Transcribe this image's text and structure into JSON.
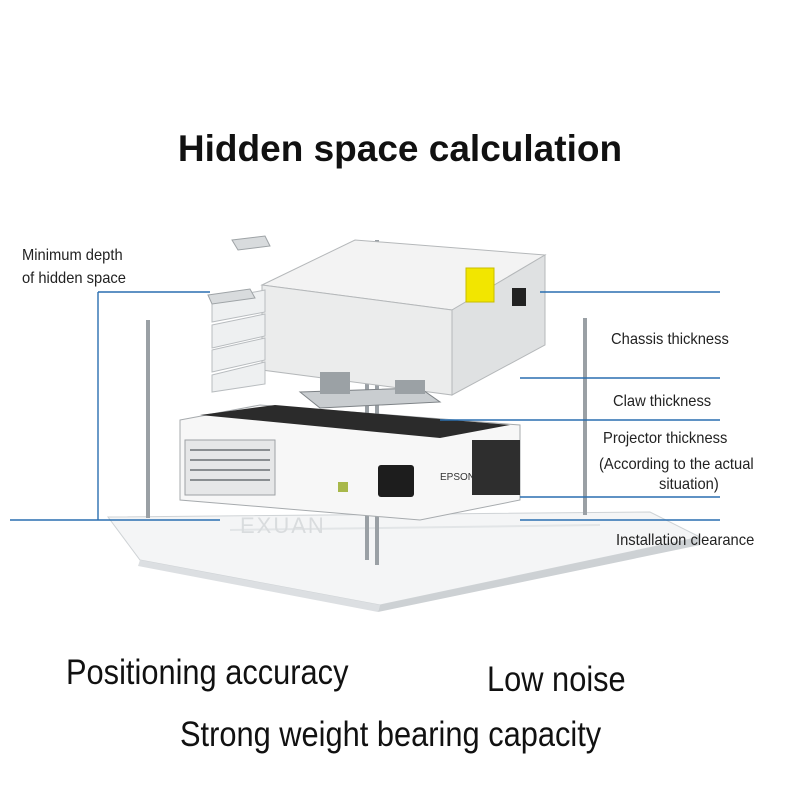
{
  "title": "Hidden space calculation",
  "labels": {
    "min_depth_line1": "Minimum depth",
    "min_depth_line2": "of hidden space",
    "chassis": "Chassis thickness",
    "claw": "Claw thickness",
    "projector_line1": "Projector thickness",
    "projector_line2": "(According to the actual",
    "projector_line3": "situation)",
    "clearance": "Installation clearance"
  },
  "watermark": "EXUAN",
  "projector_brand": "EPSON",
  "features": {
    "positioning": "Positioning accuracy",
    "noise": "Low noise",
    "weight": "Strong weight bearing capacity"
  },
  "colors": {
    "guide_line": "#2a6fb0",
    "chassis_box": "#e9eaea",
    "warning_label": "#f2e600"
  }
}
